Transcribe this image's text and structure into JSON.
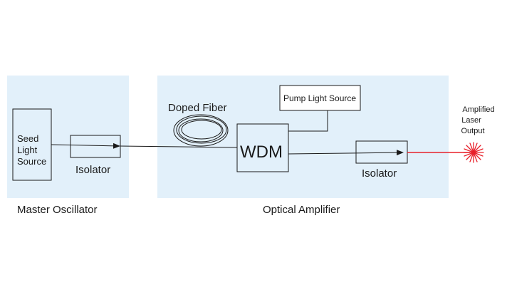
{
  "regions": {
    "master": {
      "label": "Master Oscillator"
    },
    "amplifier": {
      "label": "Optical Amplifier"
    }
  },
  "components": {
    "seed": {
      "lines": [
        "Seed",
        "Light",
        "Source"
      ]
    },
    "isolator1": {
      "label": "Isolator"
    },
    "doped_fiber": {
      "label": "Doped Fiber"
    },
    "pump": {
      "label": "Pump Light Source"
    },
    "wdm": {
      "label": "WDM"
    },
    "isolator2": {
      "label": "Isolator"
    },
    "output": {
      "lines": [
        "Amplified",
        "Laser",
        "Output"
      ]
    }
  },
  "colors": {
    "region_fill": "#e2f0fa",
    "line": "#1a1a1a",
    "laser": "#e8202a"
  }
}
